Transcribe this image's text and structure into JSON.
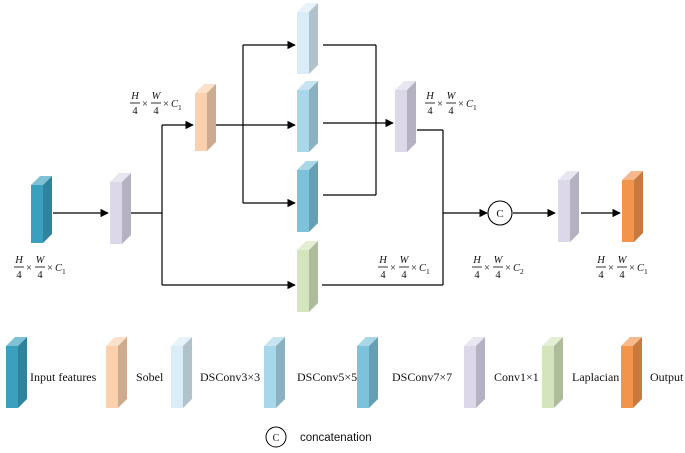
{
  "colors": {
    "input": "#3AA0BE",
    "sobel": "#FAD0AE",
    "dsconv3": "#D8EDF7",
    "dsconv5": "#A9D7EA",
    "dsconv7": "#7CC2DB",
    "conv1": "#DCD8EA",
    "laplacian": "#D4E5BE",
    "output": "#F3944C",
    "line": "#000000"
  },
  "dims": {
    "sobel_in": {
      "h": "H",
      "w": "W",
      "d": "4",
      "c": "C",
      "sub": "1"
    },
    "conv_top": {
      "h": "H",
      "w": "W",
      "d": "4",
      "c": "C",
      "sub": "1"
    },
    "input": {
      "h": "H",
      "w": "W",
      "d": "4",
      "c": "C",
      "sub": "1"
    },
    "laplacian": {
      "h": "H",
      "w": "W",
      "d": "4",
      "c": "C",
      "sub": "1"
    },
    "concat": {
      "h": "H",
      "w": "W",
      "d": "4",
      "c": "C",
      "sub": "2"
    },
    "output": {
      "h": "H",
      "w": "W",
      "d": "4",
      "c": "C",
      "sub": "1"
    }
  },
  "concat_symbol": "C",
  "legend": {
    "items": [
      {
        "name": "input",
        "label": "Input  features"
      },
      {
        "name": "sobel",
        "label": "Sobel"
      },
      {
        "name": "dsconv3",
        "label": "DSConv3×3"
      },
      {
        "name": "dsconv5",
        "label": "DSConv5×5"
      },
      {
        "name": "dsconv7",
        "label": "DSConv7×7"
      },
      {
        "name": "conv1",
        "label": "Conv1×1"
      },
      {
        "name": "laplacian",
        "label": "Laplacian"
      },
      {
        "name": "output",
        "label": "Output"
      }
    ],
    "concat_symbol": "C",
    "concat_label": "concatenation"
  }
}
